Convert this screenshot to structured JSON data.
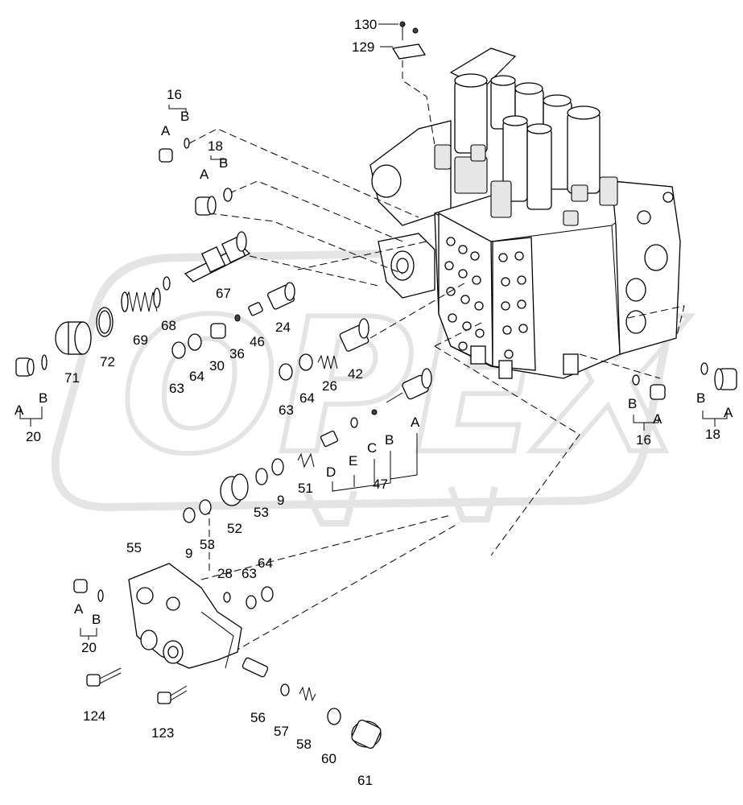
{
  "watermark": {
    "text": "OPEX"
  },
  "labels": {
    "l130": "130",
    "l129": "129",
    "l16": "16",
    "l18": "18",
    "l20": "20",
    "l67": "67",
    "l68": "68",
    "l69": "69",
    "l72": "72",
    "l71": "71",
    "l24": "24",
    "l46": "46",
    "l36": "36",
    "l30": "30",
    "l64": "64",
    "l63": "63",
    "l42": "42",
    "l26": "26",
    "l47": "47",
    "l51": "51",
    "l9": "9",
    "l53": "53",
    "l52": "52",
    "l55": "55",
    "l28": "28",
    "l124": "124",
    "l123": "123",
    "l56": "56",
    "l57": "57",
    "l58": "58",
    "l60": "60",
    "l61": "61",
    "A": "A",
    "B": "B",
    "C": "C",
    "D": "D",
    "E": "E"
  }
}
